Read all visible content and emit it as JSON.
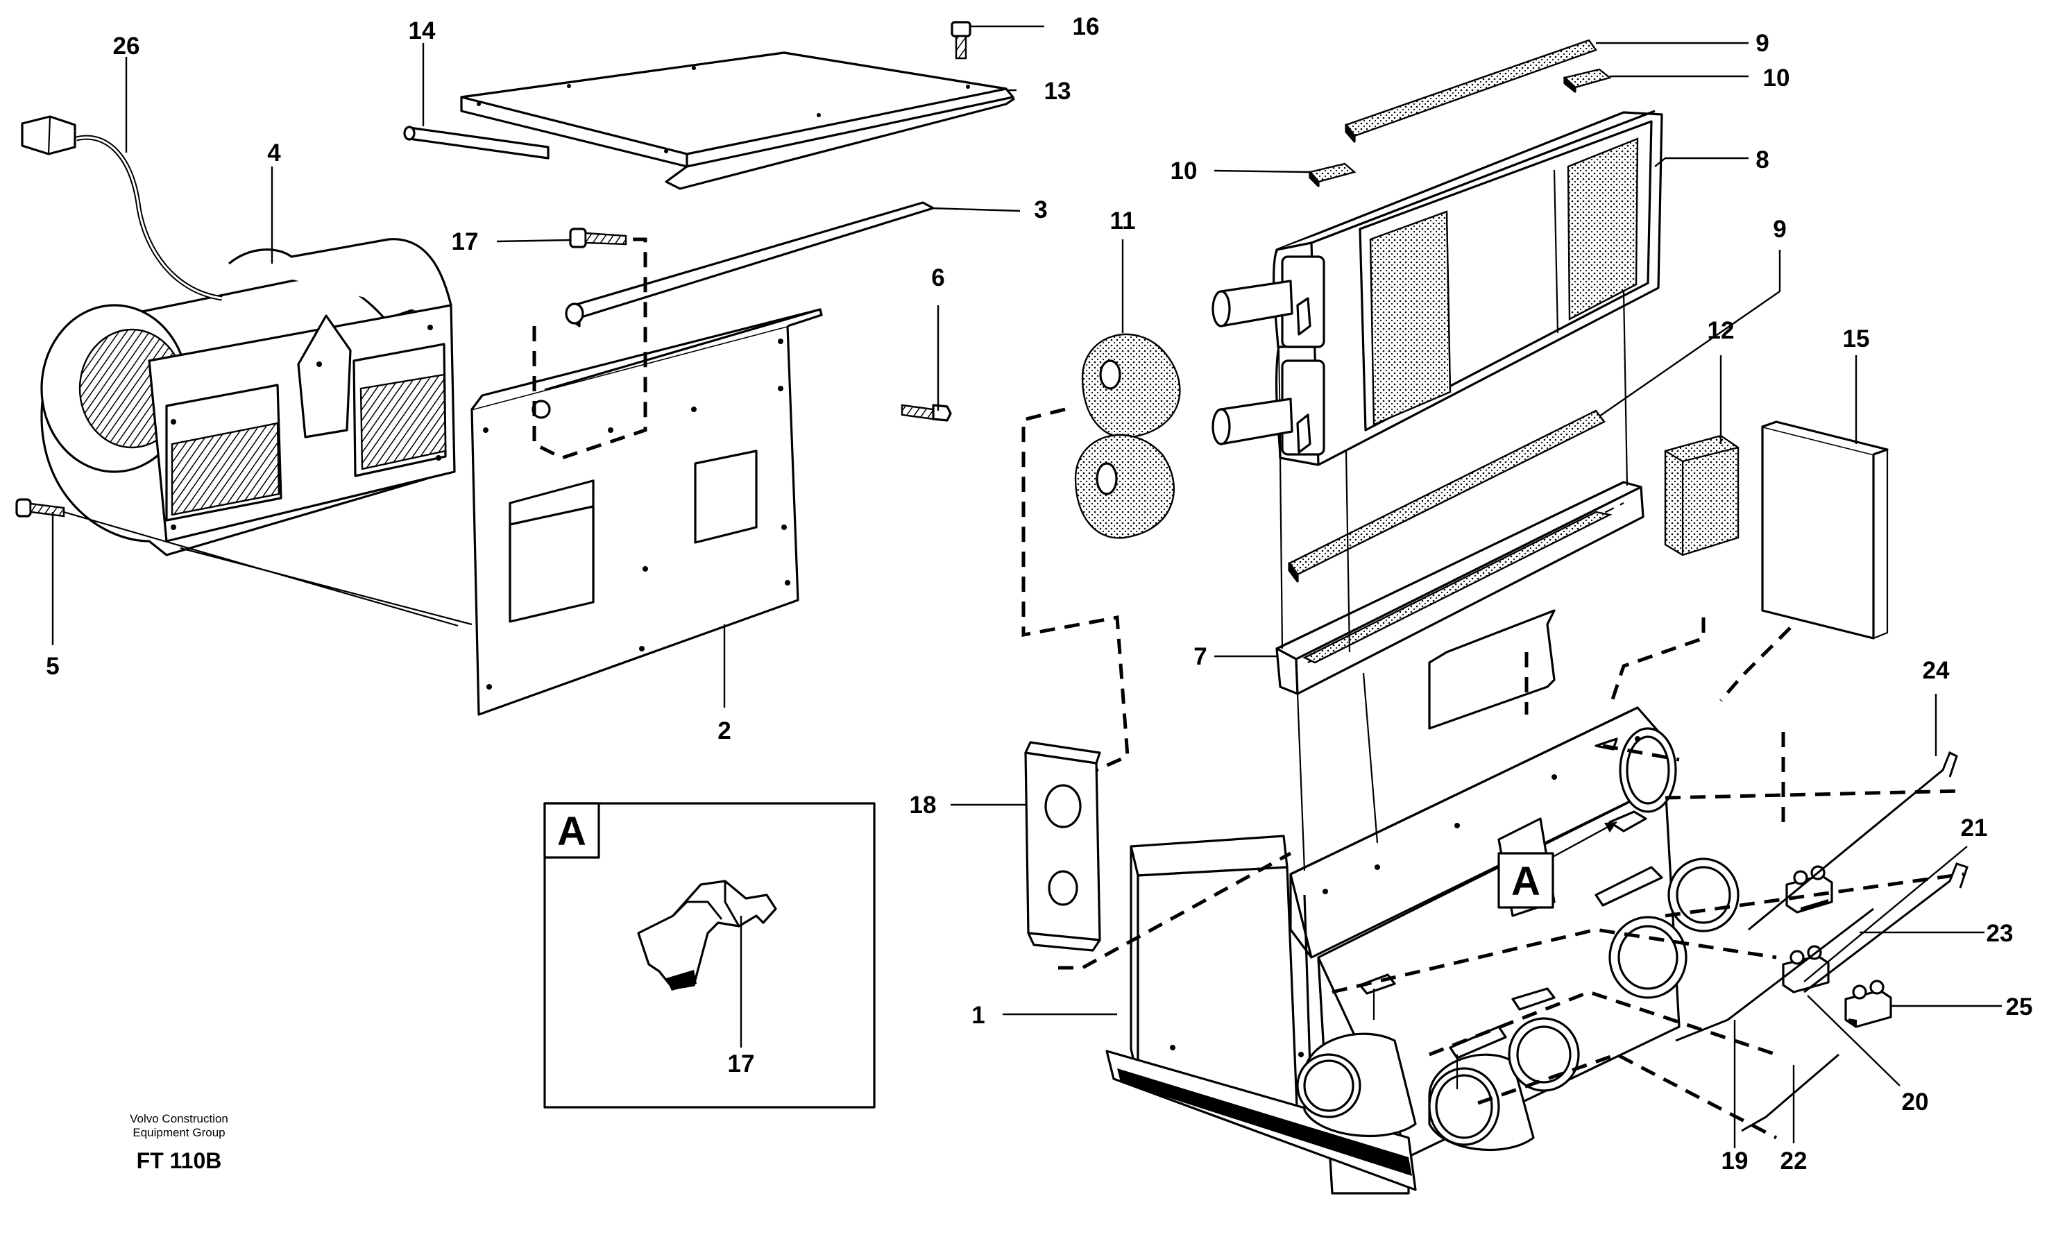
{
  "callouts": [
    {
      "id": "c1",
      "text": "1"
    },
    {
      "id": "c2",
      "text": "2"
    },
    {
      "id": "c3",
      "text": "3"
    },
    {
      "id": "c4",
      "text": "4"
    },
    {
      "id": "c5",
      "text": "5"
    },
    {
      "id": "c6",
      "text": "6"
    },
    {
      "id": "c7",
      "text": "7"
    },
    {
      "id": "c8",
      "text": "8"
    },
    {
      "id": "c9a",
      "text": "9"
    },
    {
      "id": "c9b",
      "text": "9"
    },
    {
      "id": "c10a",
      "text": "10"
    },
    {
      "id": "c10b",
      "text": "10"
    },
    {
      "id": "c11",
      "text": "11"
    },
    {
      "id": "c12",
      "text": "12"
    },
    {
      "id": "c13",
      "text": "13"
    },
    {
      "id": "c14",
      "text": "14"
    },
    {
      "id": "c15",
      "text": "15"
    },
    {
      "id": "c16",
      "text": "16"
    },
    {
      "id": "c17a",
      "text": "17"
    },
    {
      "id": "c17b",
      "text": "17"
    },
    {
      "id": "c18",
      "text": "18"
    },
    {
      "id": "c19",
      "text": "19"
    },
    {
      "id": "c20",
      "text": "20"
    },
    {
      "id": "c21",
      "text": "21"
    },
    {
      "id": "c22",
      "text": "22"
    },
    {
      "id": "c23",
      "text": "23"
    },
    {
      "id": "c24",
      "text": "24"
    },
    {
      "id": "c25",
      "text": "25"
    },
    {
      "id": "c26",
      "text": "26"
    }
  ],
  "detail_view": {
    "label": "A"
  },
  "detail_marker": {
    "label": "A"
  },
  "footer": {
    "company_line1": "Volvo Construction",
    "company_line2": "Equipment Group",
    "figure_code": "FT 110B"
  }
}
